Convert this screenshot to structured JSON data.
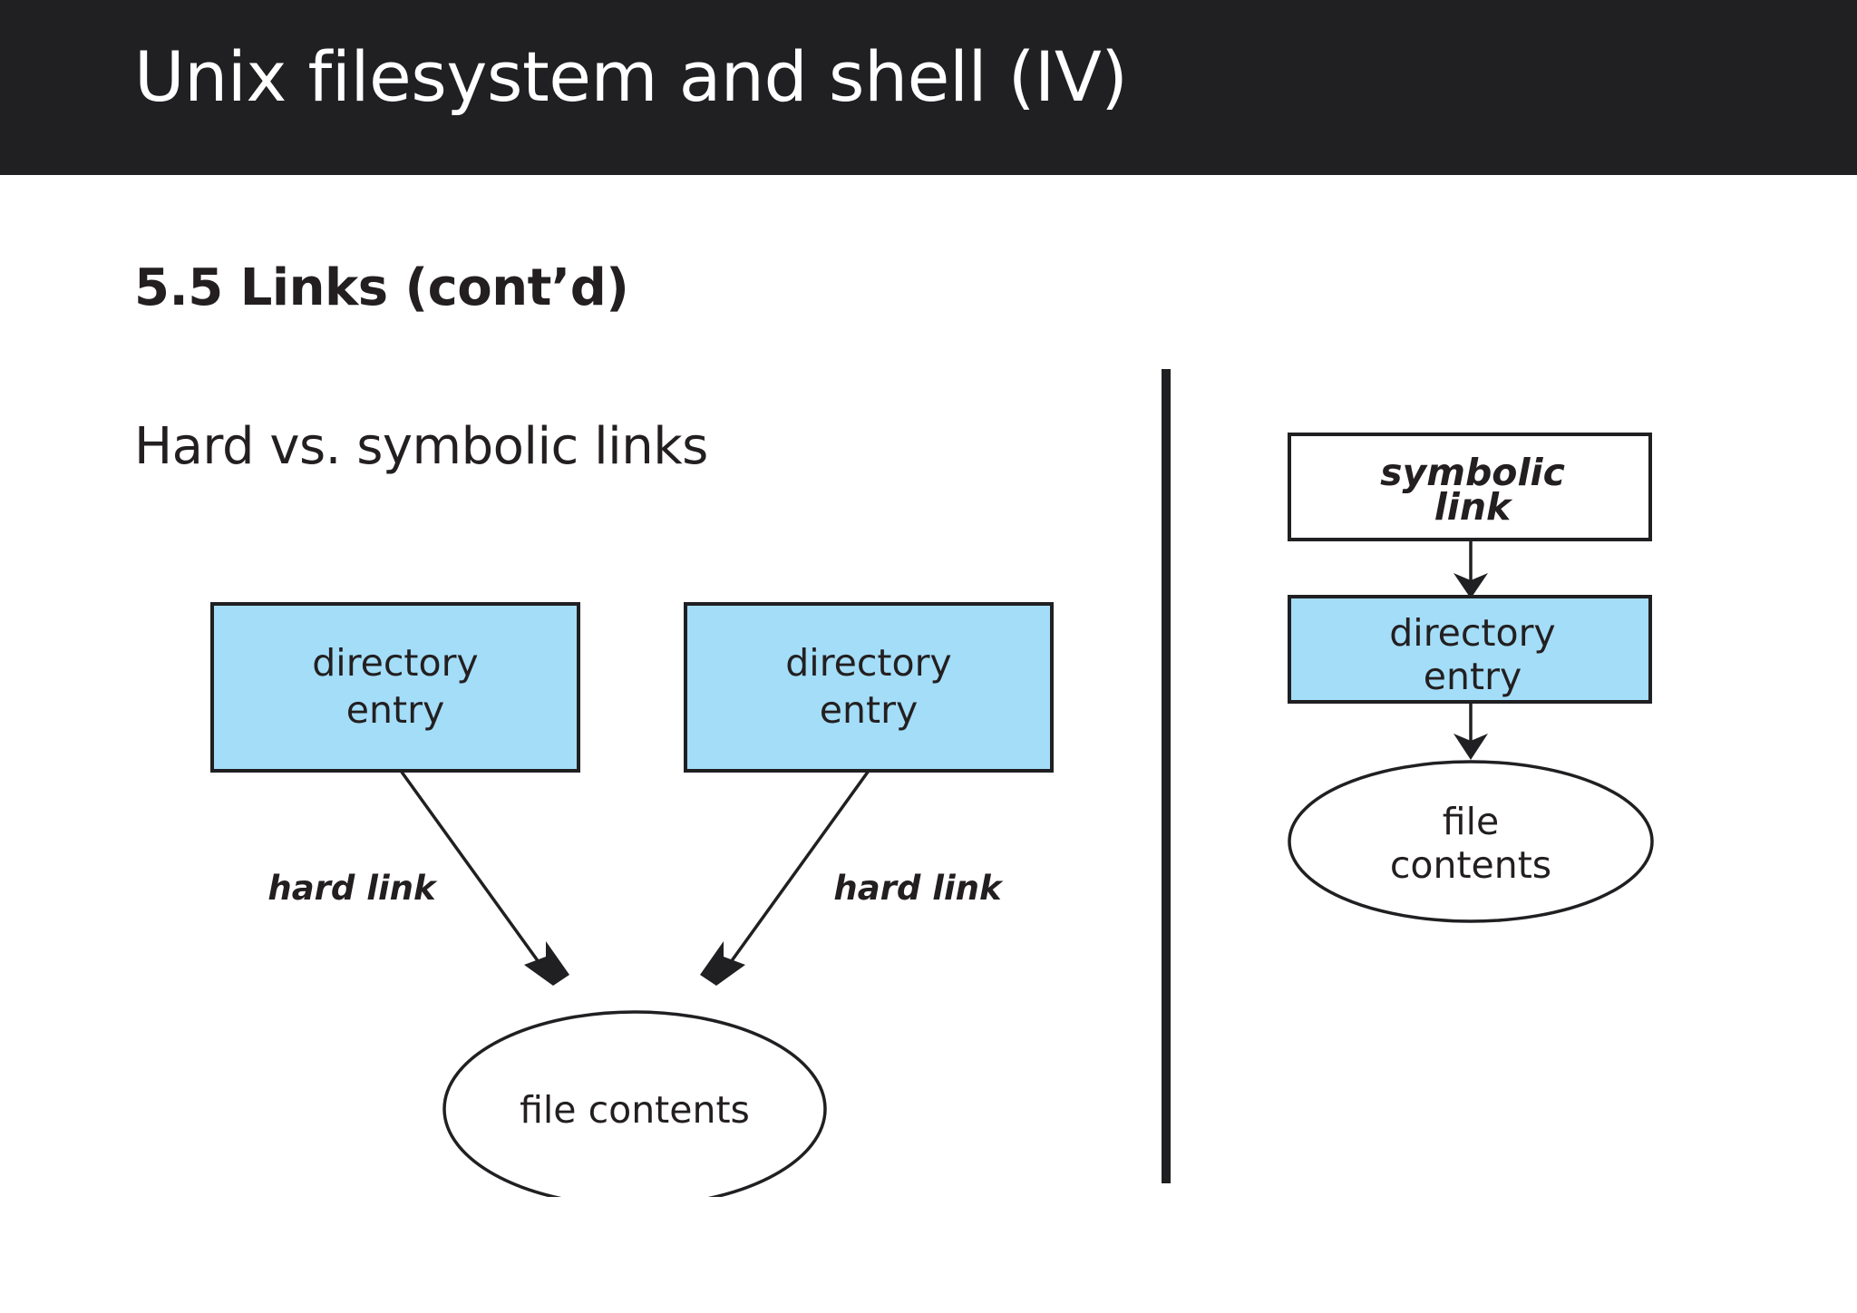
{
  "slide": {
    "header": {
      "title": "Unix filesystem and shell (IV)",
      "background_color": "#201F22",
      "text_color": "#FFFFFF"
    },
    "section_heading": "5.5 Links (cont’d)",
    "subheading": "Hard vs. symbolic links",
    "accent_color": "#A3DDF8",
    "outline_color": "#201F22"
  },
  "diagrams": {
    "hard_links": {
      "name": "hard-links-diagram",
      "nodes": {
        "dir_entry_left": {
          "label_line1": "directory",
          "label_line2": "entry",
          "shape": "rect",
          "fill": "#A3DDF8"
        },
        "dir_entry_right": {
          "label_line1": "directory",
          "label_line2": "entry",
          "shape": "rect",
          "fill": "#A3DDF8"
        },
        "file_contents": {
          "label_line1": "file contents",
          "shape": "ellipse",
          "fill": "#FFFFFF"
        }
      },
      "edges": [
        {
          "label": "hard link",
          "from": "dir_entry_left",
          "to": "file_contents"
        },
        {
          "label": "hard link",
          "from": "dir_entry_right",
          "to": "file_contents"
        }
      ]
    },
    "symbolic_link": {
      "name": "symbolic-link-diagram",
      "nodes": {
        "symlink": {
          "label_line1": "symbolic",
          "label_line2": "link",
          "shape": "rect",
          "fill": "#FFFFFF"
        },
        "dir_entry": {
          "label_line1": "directory",
          "label_line2": "entry",
          "shape": "rect",
          "fill": "#A3DDF8"
        },
        "file_contents": {
          "label_line1": "file",
          "label_line2": "contents",
          "shape": "ellipse",
          "fill": "#FFFFFF"
        }
      },
      "edges": [
        {
          "label": "",
          "from": "symlink",
          "to": "dir_entry"
        },
        {
          "label": "",
          "from": "dir_entry",
          "to": "file_contents"
        }
      ]
    }
  }
}
